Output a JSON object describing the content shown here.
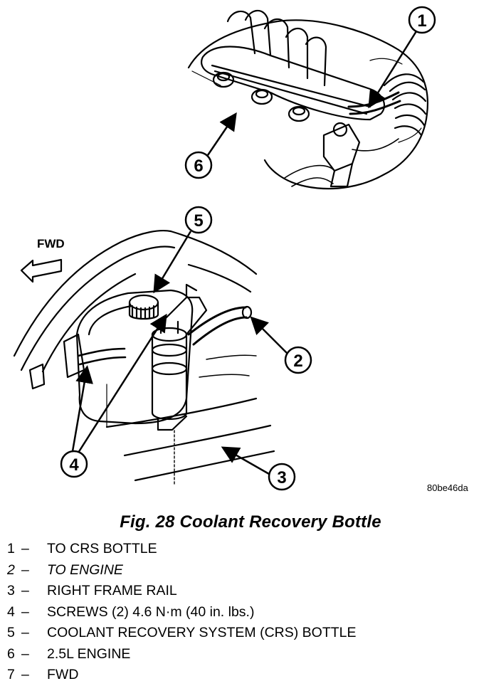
{
  "figure": {
    "callouts": [
      "1",
      "2",
      "3",
      "4",
      "5",
      "6"
    ],
    "fwd_label": "FWD",
    "image_id": "80be46da",
    "caption": "Fig. 28 Coolant Recovery Bottle"
  },
  "legend": [
    {
      "num": "1",
      "sep": "–",
      "text": "TO CRS BOTTLE",
      "italic": false
    },
    {
      "num": "2",
      "sep": "–",
      "text": "TO ENGINE",
      "italic": true
    },
    {
      "num": "3",
      "sep": "–",
      "text": "RIGHT FRAME RAIL",
      "italic": false
    },
    {
      "num": "4",
      "sep": "–",
      "text": "SCREWS (2) 4.6 N·m (40 in. lbs.)",
      "italic": false
    },
    {
      "num": "5",
      "sep": "–",
      "text": "COOLANT RECOVERY SYSTEM (CRS) BOTTLE",
      "italic": false
    },
    {
      "num": "6",
      "sep": "–",
      "text": "2.5L ENGINE",
      "italic": false
    },
    {
      "num": "7",
      "sep": "–",
      "text": "FWD",
      "italic": false
    }
  ]
}
